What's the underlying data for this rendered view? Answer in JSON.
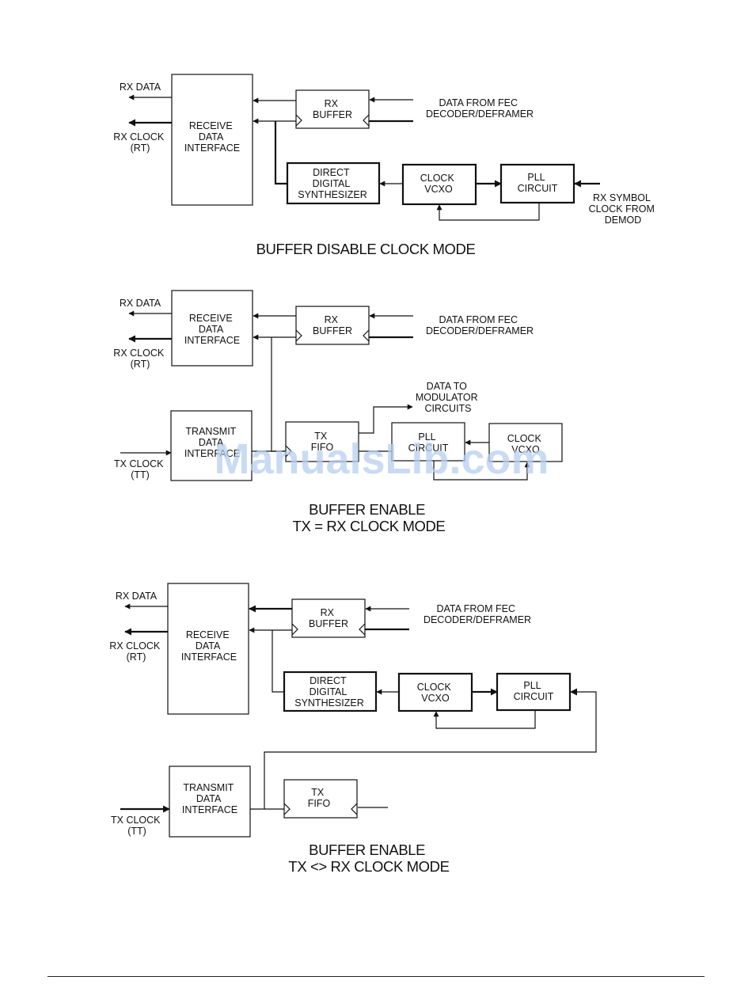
{
  "diagram1": {
    "rx_data": "RX DATA",
    "rx_clock": [
      "RX CLOCK",
      "(RT)"
    ],
    "receive_interface": [
      "RECEIVE",
      "DATA",
      "INTERFACE"
    ],
    "rx_buffer": [
      "RX",
      "BUFFER"
    ],
    "data_from_fec": [
      "DATA FROM FEC",
      "DECODER/DEFRAMER"
    ],
    "dds": [
      "DIRECT",
      "DIGITAL",
      "SYNTHESIZER"
    ],
    "clock_vcxo": [
      "CLOCK",
      "VCXO"
    ],
    "pll": [
      "PLL",
      "CIRCUIT"
    ],
    "rx_symbol": [
      "RX SYMBOL",
      "CLOCK FROM",
      "DEMOD"
    ],
    "caption": [
      "BUFFER DISABLE CLOCK MODE"
    ]
  },
  "diagram2": {
    "rx_data": "RX DATA",
    "rx_clock": [
      "RX CLOCK",
      "(RT)"
    ],
    "receive_interface": [
      "RECEIVE",
      "DATA",
      "INTERFACE"
    ],
    "rx_buffer": [
      "RX",
      "BUFFER"
    ],
    "data_from_fec": [
      "DATA FROM FEC",
      "DECODER/DEFRAMER"
    ],
    "data_to_mod": [
      "DATA TO",
      "MODULATOR",
      "CIRCUITS"
    ],
    "transmit_interface": [
      "TRANSMIT",
      "DATA",
      "INTERFACE"
    ],
    "tx_fifo": [
      "TX",
      "FIFO"
    ],
    "pll": [
      "PLL",
      "CIRCUIT"
    ],
    "clock_vcxo": [
      "CLOCK",
      "VCXO"
    ],
    "tx_clock": [
      "TX CLOCK",
      "(TT)"
    ],
    "caption": [
      "BUFFER ENABLE",
      "TX = RX CLOCK MODE"
    ]
  },
  "diagram3": {
    "rx_data": "RX DATA",
    "rx_clock": [
      "RX CLOCK",
      "(RT)"
    ],
    "receive_interface": [
      "RECEIVE",
      "DATA",
      "INTERFACE"
    ],
    "rx_buffer": [
      "RX",
      "BUFFER"
    ],
    "data_from_fec": [
      "DATA FROM FEC",
      "DECODER/DEFRAMER"
    ],
    "dds": [
      "DIRECT",
      "DIGITAL",
      "SYNTHESIZER"
    ],
    "clock_vcxo": [
      "CLOCK",
      "VCXO"
    ],
    "pll": [
      "PLL",
      "CIRCUIT"
    ],
    "transmit_interface": [
      "TRANSMIT",
      "DATA",
      "INTERFACE"
    ],
    "tx_fifo": [
      "TX",
      "FIFO"
    ],
    "tx_clock": [
      "TX CLOCK",
      "(TT)"
    ],
    "caption": [
      "BUFFER ENABLE",
      "TX <> RX CLOCK MODE"
    ]
  },
  "watermark": "ManualsLib.com"
}
